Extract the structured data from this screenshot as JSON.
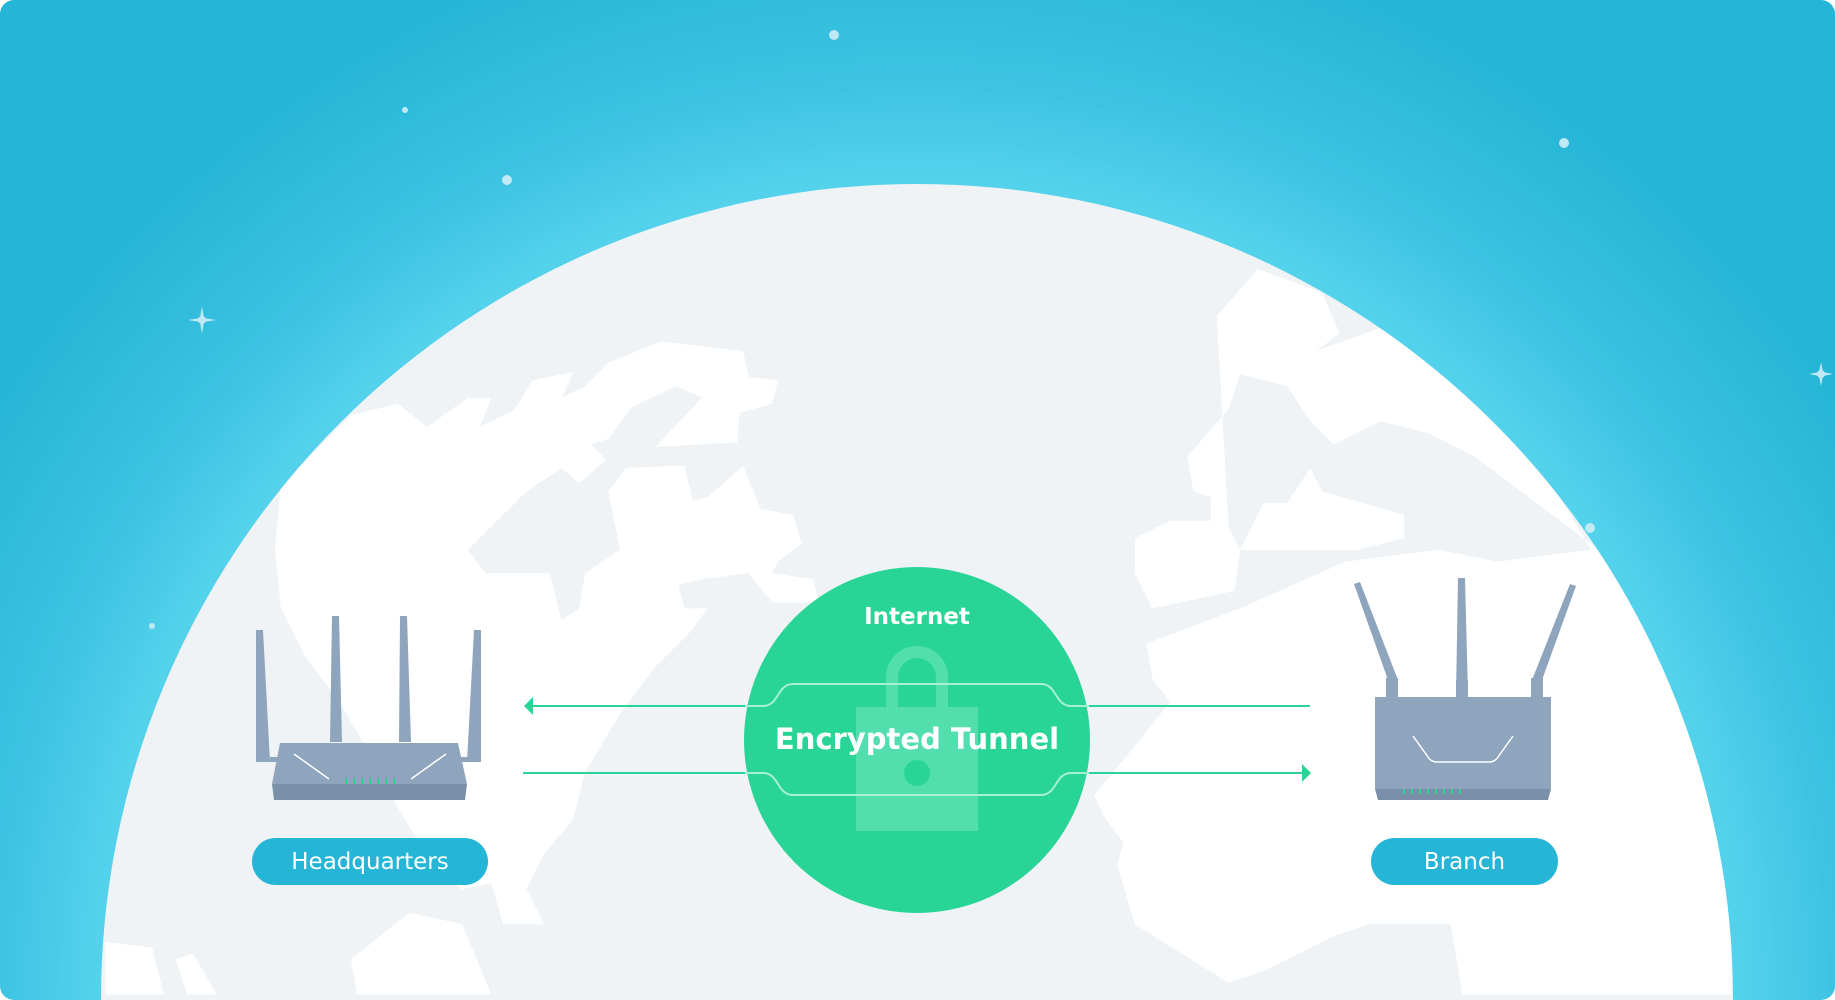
{
  "diagram": {
    "center": {
      "title": "Internet",
      "label": "Encrypted Tunnel",
      "icon": "lock-icon"
    },
    "left_site": {
      "label": "Headquarters",
      "icon": "router-icon"
    },
    "right_site": {
      "label": "Branch",
      "icon": "router-icon"
    }
  },
  "colors": {
    "sky": "#25b5d6",
    "glow": "#4fd0ea",
    "globe": "#eff3f6",
    "land": "#ffffff",
    "tunnel": "#28d597",
    "router": "#8fa4bd",
    "router_dark": "#7a90a9",
    "pill": "#25b5d6"
  }
}
